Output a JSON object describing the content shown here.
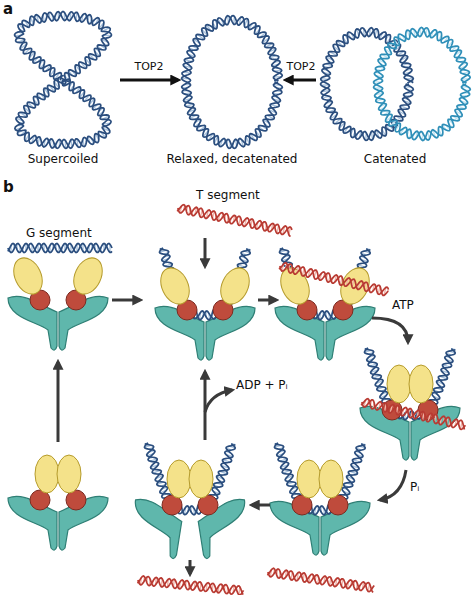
{
  "diagram": {
    "nodes": [
      {
        "text": [
          "Supercoiled"
        ]
      },
      {
        "text": [
          "Relaxed, decatenated"
        ]
      },
      {
        "text": [
          "Catenated"
        ]
      }
    ],
    "edges": [
      {
        "from": 0,
        "to": 1,
        "arrow": "to",
        "label": "TOP2"
      },
      {
        "from": 2,
        "to": 1,
        "arrow": "to",
        "label": "TOP2"
      }
    ],
    "labels": [
      "a",
      "b",
      "T segment",
      "G segment",
      "ATP",
      "Pᵢ",
      "ADP + Pᵢ"
    ]
  }
}
